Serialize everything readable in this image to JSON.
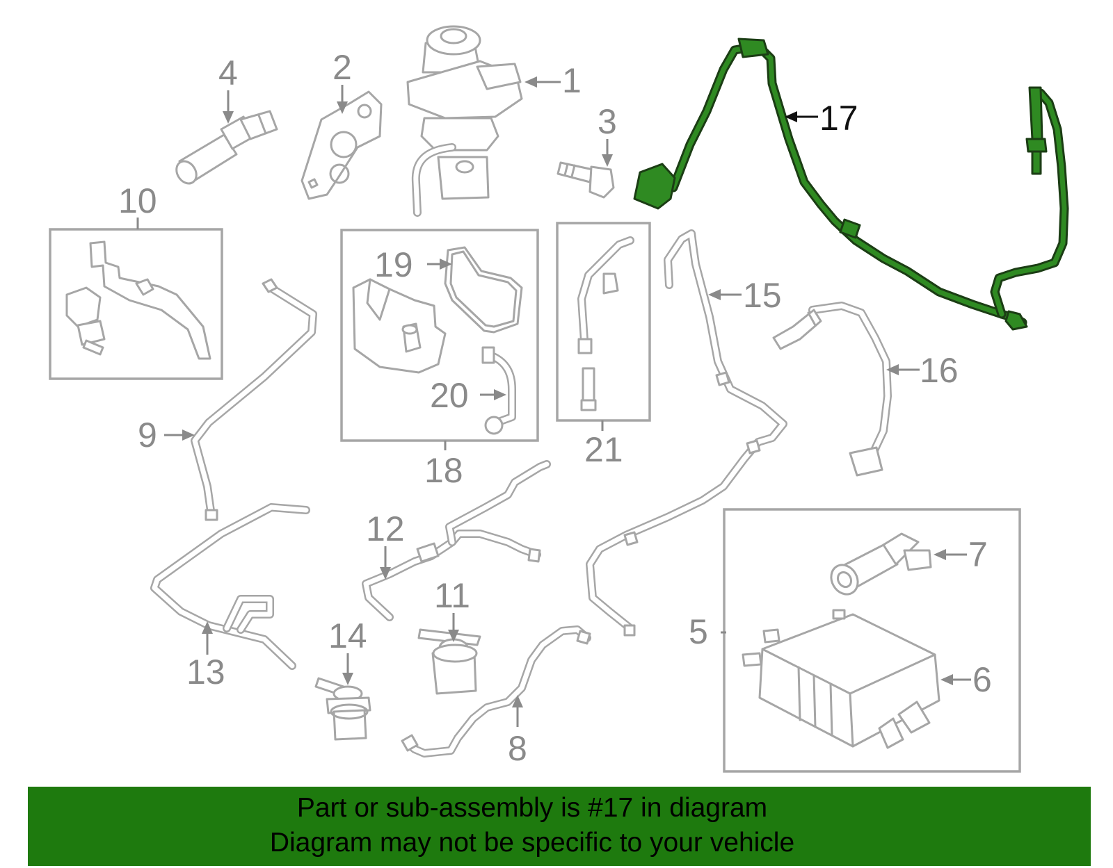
{
  "callouts": {
    "c1": "1",
    "c2": "2",
    "c3": "3",
    "c4": "4",
    "c5": "5",
    "c6": "6",
    "c7": "7",
    "c8": "8",
    "c9": "9",
    "c10": "10",
    "c11": "11",
    "c12": "12",
    "c13": "13",
    "c14": "14",
    "c15": "15",
    "c16": "16",
    "c17": "17",
    "c18": "18",
    "c19": "19",
    "c20": "20",
    "c21": "21"
  },
  "highlight": {
    "part": "17",
    "color": "#2f8a22"
  },
  "banner": {
    "line1": "Part or sub-assembly is #17 in diagram",
    "line2": "Diagram may not be specific to your vehicle",
    "background": "#1e7a0e"
  }
}
